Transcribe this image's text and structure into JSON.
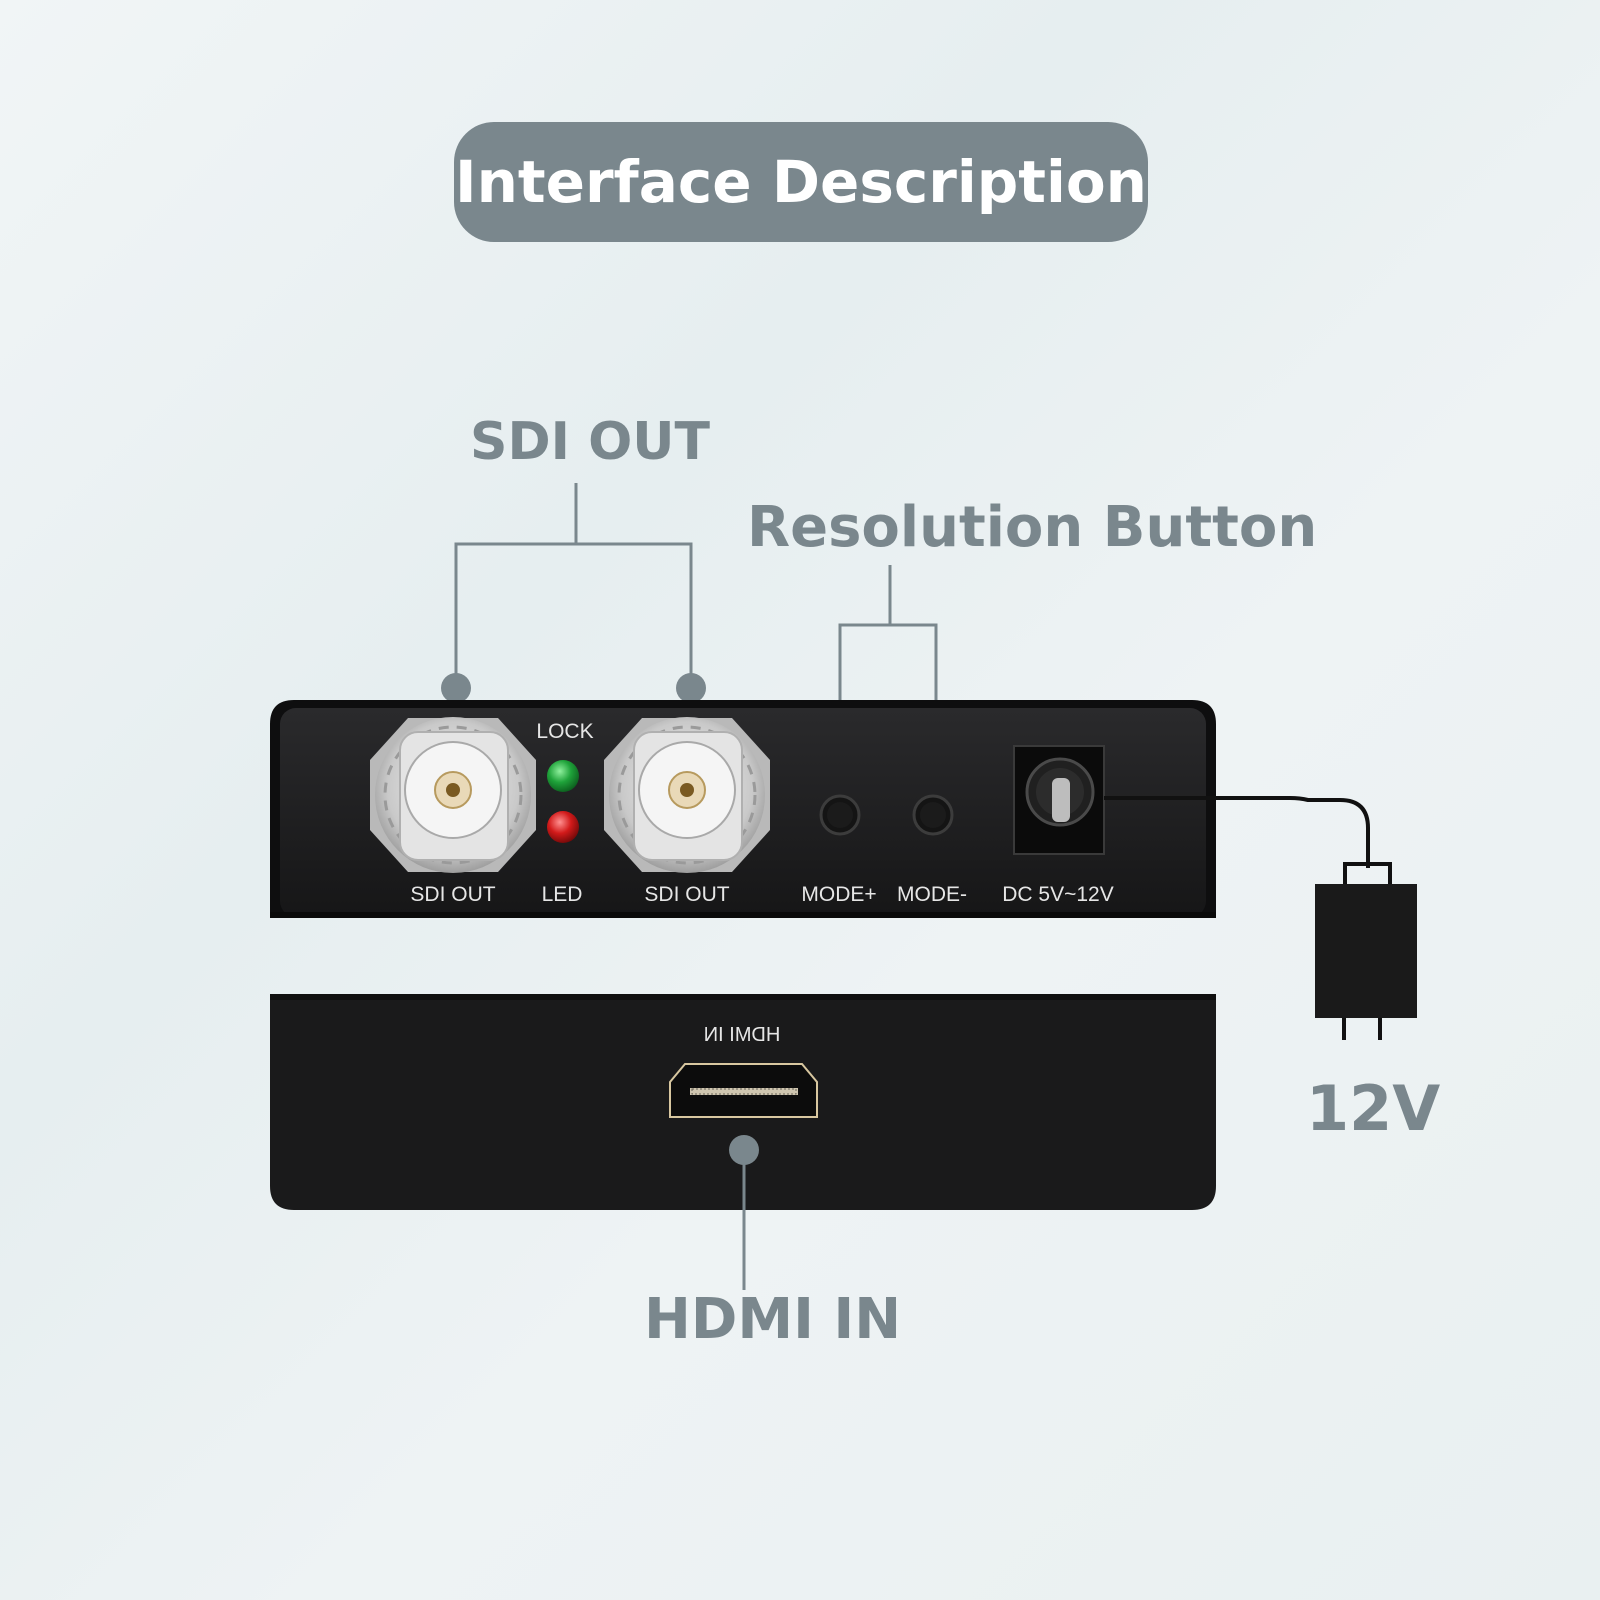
{
  "title": "Interface Description",
  "callouts": {
    "sdi_out": "SDI OUT",
    "resolution_button": "Resolution  Button",
    "power": "12V",
    "hdmi_in": "HDMI IN"
  },
  "front_panel": {
    "lock_label": "LOCK",
    "sdi_out_1": "SDI OUT",
    "led": "LED",
    "sdi_out_2": "SDI OUT",
    "mode_plus": "MODE+",
    "mode_minus": "MODE-",
    "dc_input": "DC 5V~12V"
  },
  "back_panel": {
    "hdmi_in_label": "HDMI IN"
  },
  "colors": {
    "accent_gray": "#7a878d",
    "device_body": "#1d1d1f",
    "led_green": "#1fa33a",
    "led_red": "#d21a1a"
  }
}
